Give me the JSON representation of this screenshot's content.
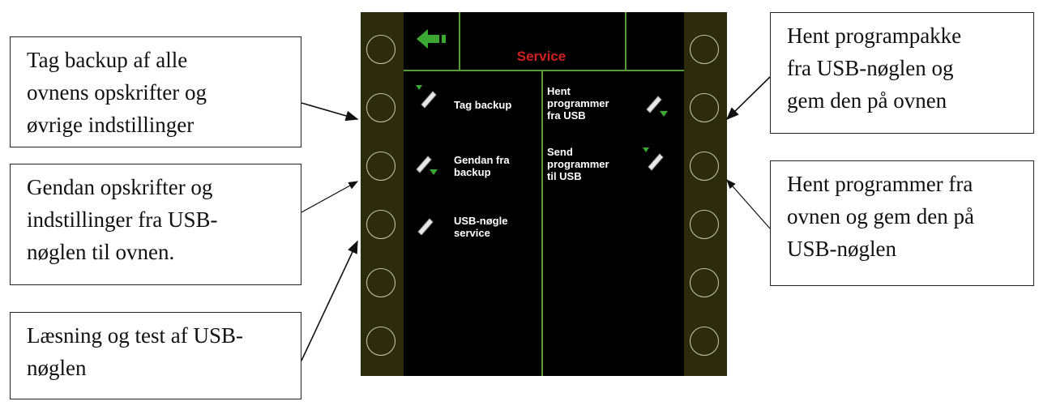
{
  "callouts": {
    "backup": "Tag backup af alle\novnens opskrifter og\nøvrige indstillinger",
    "restore": "Gendan opskrifter og\nindstillinger fra USB-\nnøglen til ovnen.",
    "read_test": "Læsning og test af USB-\nnøglen",
    "fetch_package": "Hent programpakke\nfra USB-nøglen og\ngem den på ovnen",
    "send_programs": "Hent programmer fra\novnen og gem den på\nUSB-nøglen"
  },
  "screen": {
    "title": "Service",
    "left_items": [
      {
        "label": "Tag backup"
      },
      {
        "label": "Gendan fra\nbackup"
      },
      {
        "label": "USB-nøgle\nservice"
      }
    ],
    "right_items": [
      {
        "label": "Hent\nprogrammer\nfra USB"
      },
      {
        "label": "Send\nprogrammer\ntil USB"
      }
    ]
  },
  "colors": {
    "screen_bg": "#000000",
    "rail": "#2c2c0c",
    "divider": "#5a9a3a",
    "title": "#d02020",
    "arrow_icon": "#3aa832"
  },
  "icons": {
    "back": "back-arrow-icon",
    "usb": "usb-stick-icon",
    "download_arrow": "green-down-arrow-icon"
  }
}
